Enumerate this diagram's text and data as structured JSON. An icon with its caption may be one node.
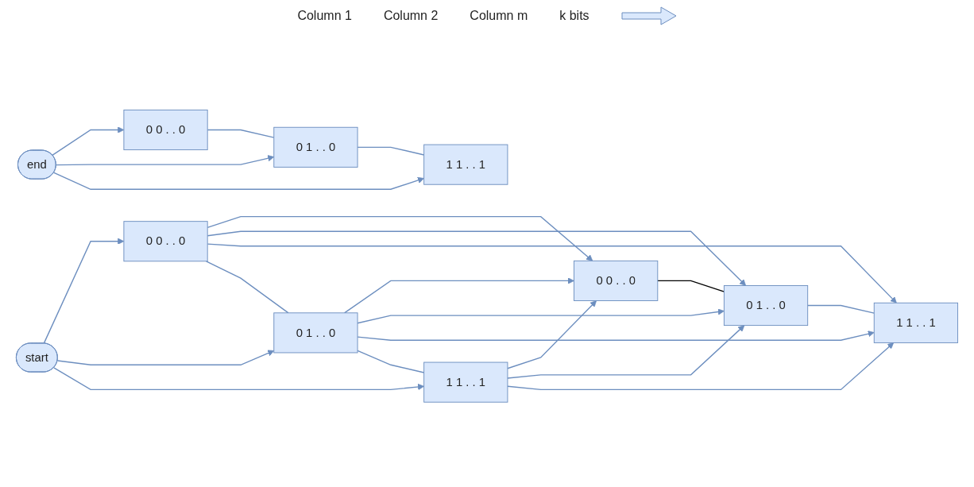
{
  "diagram": {
    "nodes": [
      {
        "text": [
          "start"
        ]
      },
      {
        "text": [
          "0 0 . . 0"
        ]
      },
      {
        "text": [
          "0 1 . . 0"
        ]
      },
      {
        "text": [
          "1 1 . . 1"
        ]
      },
      {
        "text": [
          "0 0 . . 0"
        ]
      },
      {
        "text": [
          "0 1 . . 0"
        ]
      },
      {
        "text": [
          "1 1 . . 1"
        ]
      },
      {
        "text": [
          "0 0 . . 0"
        ]
      },
      {
        "text": [
          "0 1 . . 0"
        ]
      },
      {
        "text": [
          "1 1 . . 1"
        ]
      },
      {
        "text": [
          "end"
        ]
      }
    ],
    "edges": [
      {
        "from": 0,
        "to": 1,
        "arrow": "to"
      },
      {
        "from": 0,
        "to": 2,
        "arrow": "to"
      },
      {
        "from": 0,
        "to": 3,
        "arrow": "to"
      },
      {
        "from": 1,
        "to": 4,
        "arrow": "to"
      },
      {
        "from": 1,
        "to": 5,
        "arrow": "to"
      },
      {
        "from": 1,
        "to": 6,
        "arrow": "to"
      },
      {
        "from": 2,
        "to": 4,
        "arrow": "to"
      },
      {
        "from": 2,
        "to": 5,
        "arrow": "to"
      },
      {
        "from": 2,
        "to": 6,
        "arrow": "to"
      },
      {
        "from": 3,
        "to": 4,
        "arrow": "to"
      },
      {
        "from": 3,
        "to": 5,
        "arrow": "to"
      },
      {
        "from": 3,
        "to": 6,
        "arrow": "to"
      },
      {
        "from": 1,
        "to": 2,
        "arrow": "none"
      },
      {
        "from": 2,
        "to": 3,
        "arrow": "none"
      },
      {
        "from": 4,
        "to": 5,
        "arrow": "none",
        "color": "#000000"
      },
      {
        "from": 5,
        "to": 6,
        "arrow": "none"
      },
      {
        "from": 7,
        "to": 8,
        "arrow": "none"
      },
      {
        "from": 8,
        "to": 9,
        "arrow": "none"
      },
      {
        "from": 10,
        "to": 7,
        "arrow": "to"
      },
      {
        "from": 10,
        "to": 8,
        "arrow": "to"
      },
      {
        "from": 10,
        "to": 9,
        "arrow": "to"
      }
    ],
    "labels": [
      "Column 1",
      "Column 2",
      "Column m",
      "k bits"
    ]
  }
}
